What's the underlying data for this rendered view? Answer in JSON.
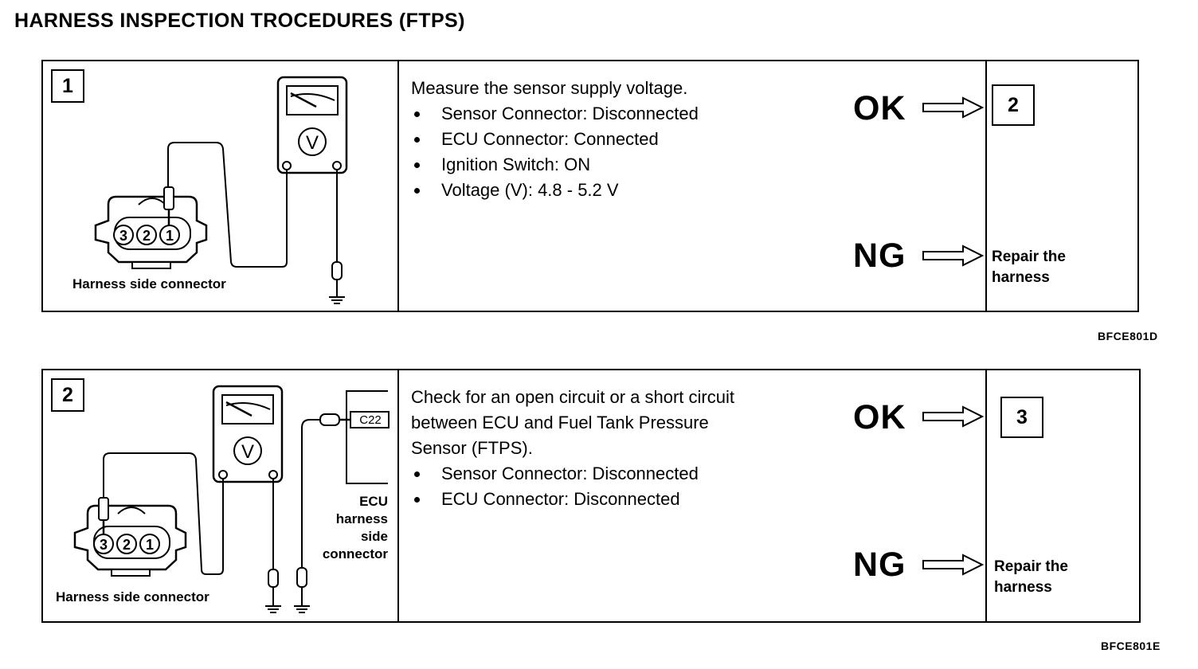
{
  "title": "HARNESS INSPECTION TROCEDURES (FTPS)",
  "steps": [
    {
      "number": "1",
      "figure": {
        "meter_symbol": "V",
        "pins": [
          "3",
          "2",
          "1"
        ],
        "connector_label": "Harness side connector"
      },
      "lead": "Measure the sensor supply voltage.",
      "bullets": [
        "Sensor Connector: Disconnected",
        "ECU Connector: Connected",
        "Ignition Switch: ON",
        "Voltage (V): 4.8 - 5.2 V"
      ],
      "ok_label": "OK",
      "ok_next": "2",
      "ng_label": "NG",
      "ng_action_line1": "Repair the",
      "ng_action_line2": "harness",
      "figure_code": "BFCE801D"
    },
    {
      "number": "2",
      "figure": {
        "meter_symbol": "V",
        "pins": [
          "3",
          "2",
          "1"
        ],
        "connector_label": "Harness side connector",
        "ecu_terminal": "C22",
        "ecu_label_lines": [
          "ECU",
          "harness",
          "side",
          "connector"
        ]
      },
      "lead_lines": [
        "Check for an open circuit or a short circuit",
        "between ECU and Fuel Tank Pressure",
        "Sensor (FTPS)."
      ],
      "bullets": [
        "Sensor Connector: Disconnected",
        "ECU Connector: Disconnected"
      ],
      "ok_label": "OK",
      "ok_next": "3",
      "ng_label": "NG",
      "ng_action_line1": "Repair the",
      "ng_action_line2": "harness",
      "figure_code": "BFCE801E"
    }
  ]
}
